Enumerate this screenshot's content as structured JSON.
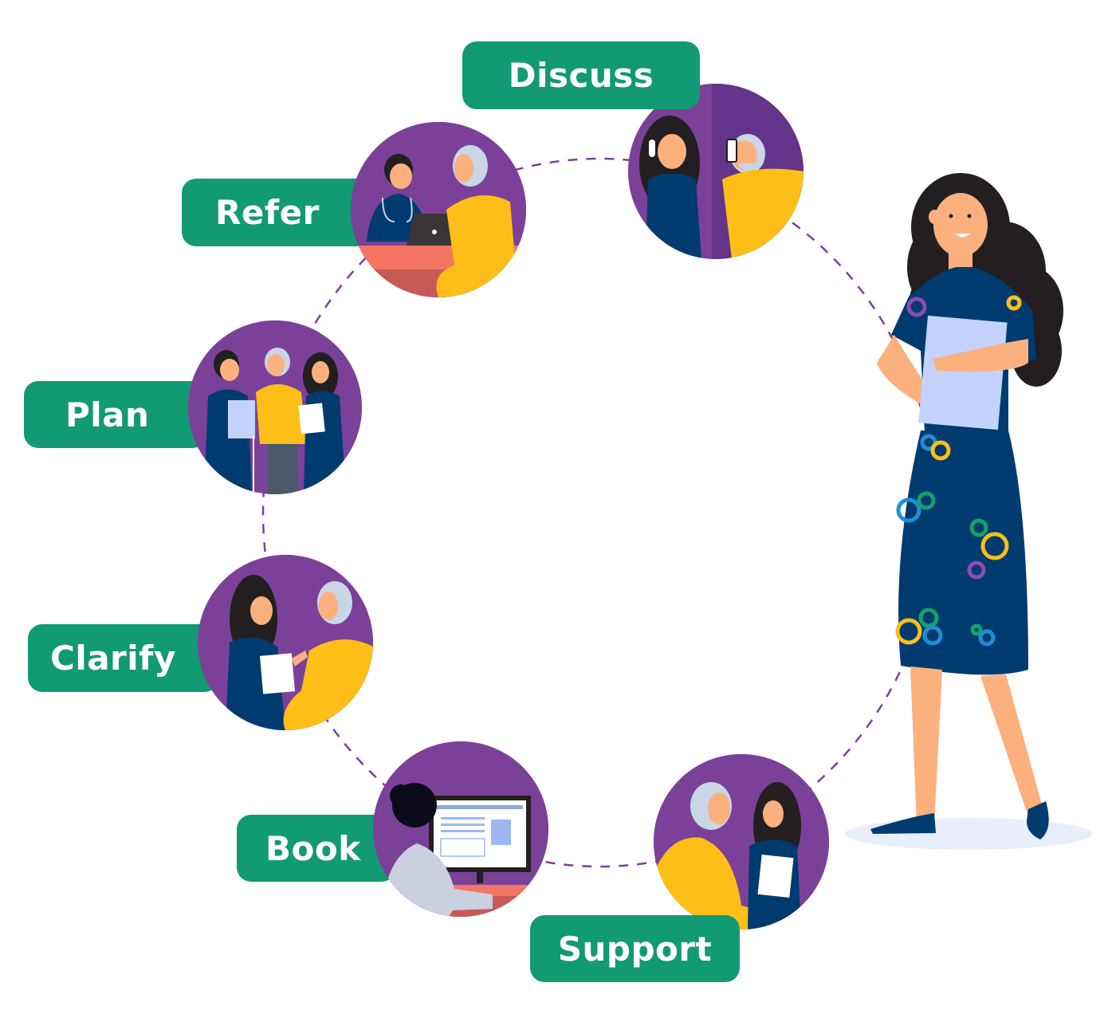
{
  "title": "Care pathway cycle",
  "colors": {
    "label_bg": "#129A73",
    "label_text": "#FFFFFF",
    "circle_bg": "#7B4199",
    "dashed_ring": "#7B4199",
    "uniform_navy": "#003B6F",
    "sweater_yellow": "#FDBE18",
    "skin": "#FCB07E",
    "hair_dark": "#231F20",
    "beard_grey": "#C9D6E6",
    "desk_coral": "#F47564",
    "clipboard": "#C3D3FB",
    "shadow": "#E8EEFB"
  },
  "steps": [
    {
      "label": "Discuss",
      "scene": "Staff member and patient talking on the phone"
    },
    {
      "label": "Refer",
      "scene": "Nurse at a laptop with patient at a desk"
    },
    {
      "label": "Plan",
      "scene": "Nurse, patient with cane and staff member with papers"
    },
    {
      "label": "Clarify",
      "scene": "Staff member with paper talking to patient"
    },
    {
      "label": "Book",
      "scene": "Person booking at a computer"
    },
    {
      "label": "Support",
      "scene": "Patient and staff member holding papers"
    }
  ],
  "figure": {
    "description": "Staff member in patterned navy dress holding a clipboard"
  }
}
